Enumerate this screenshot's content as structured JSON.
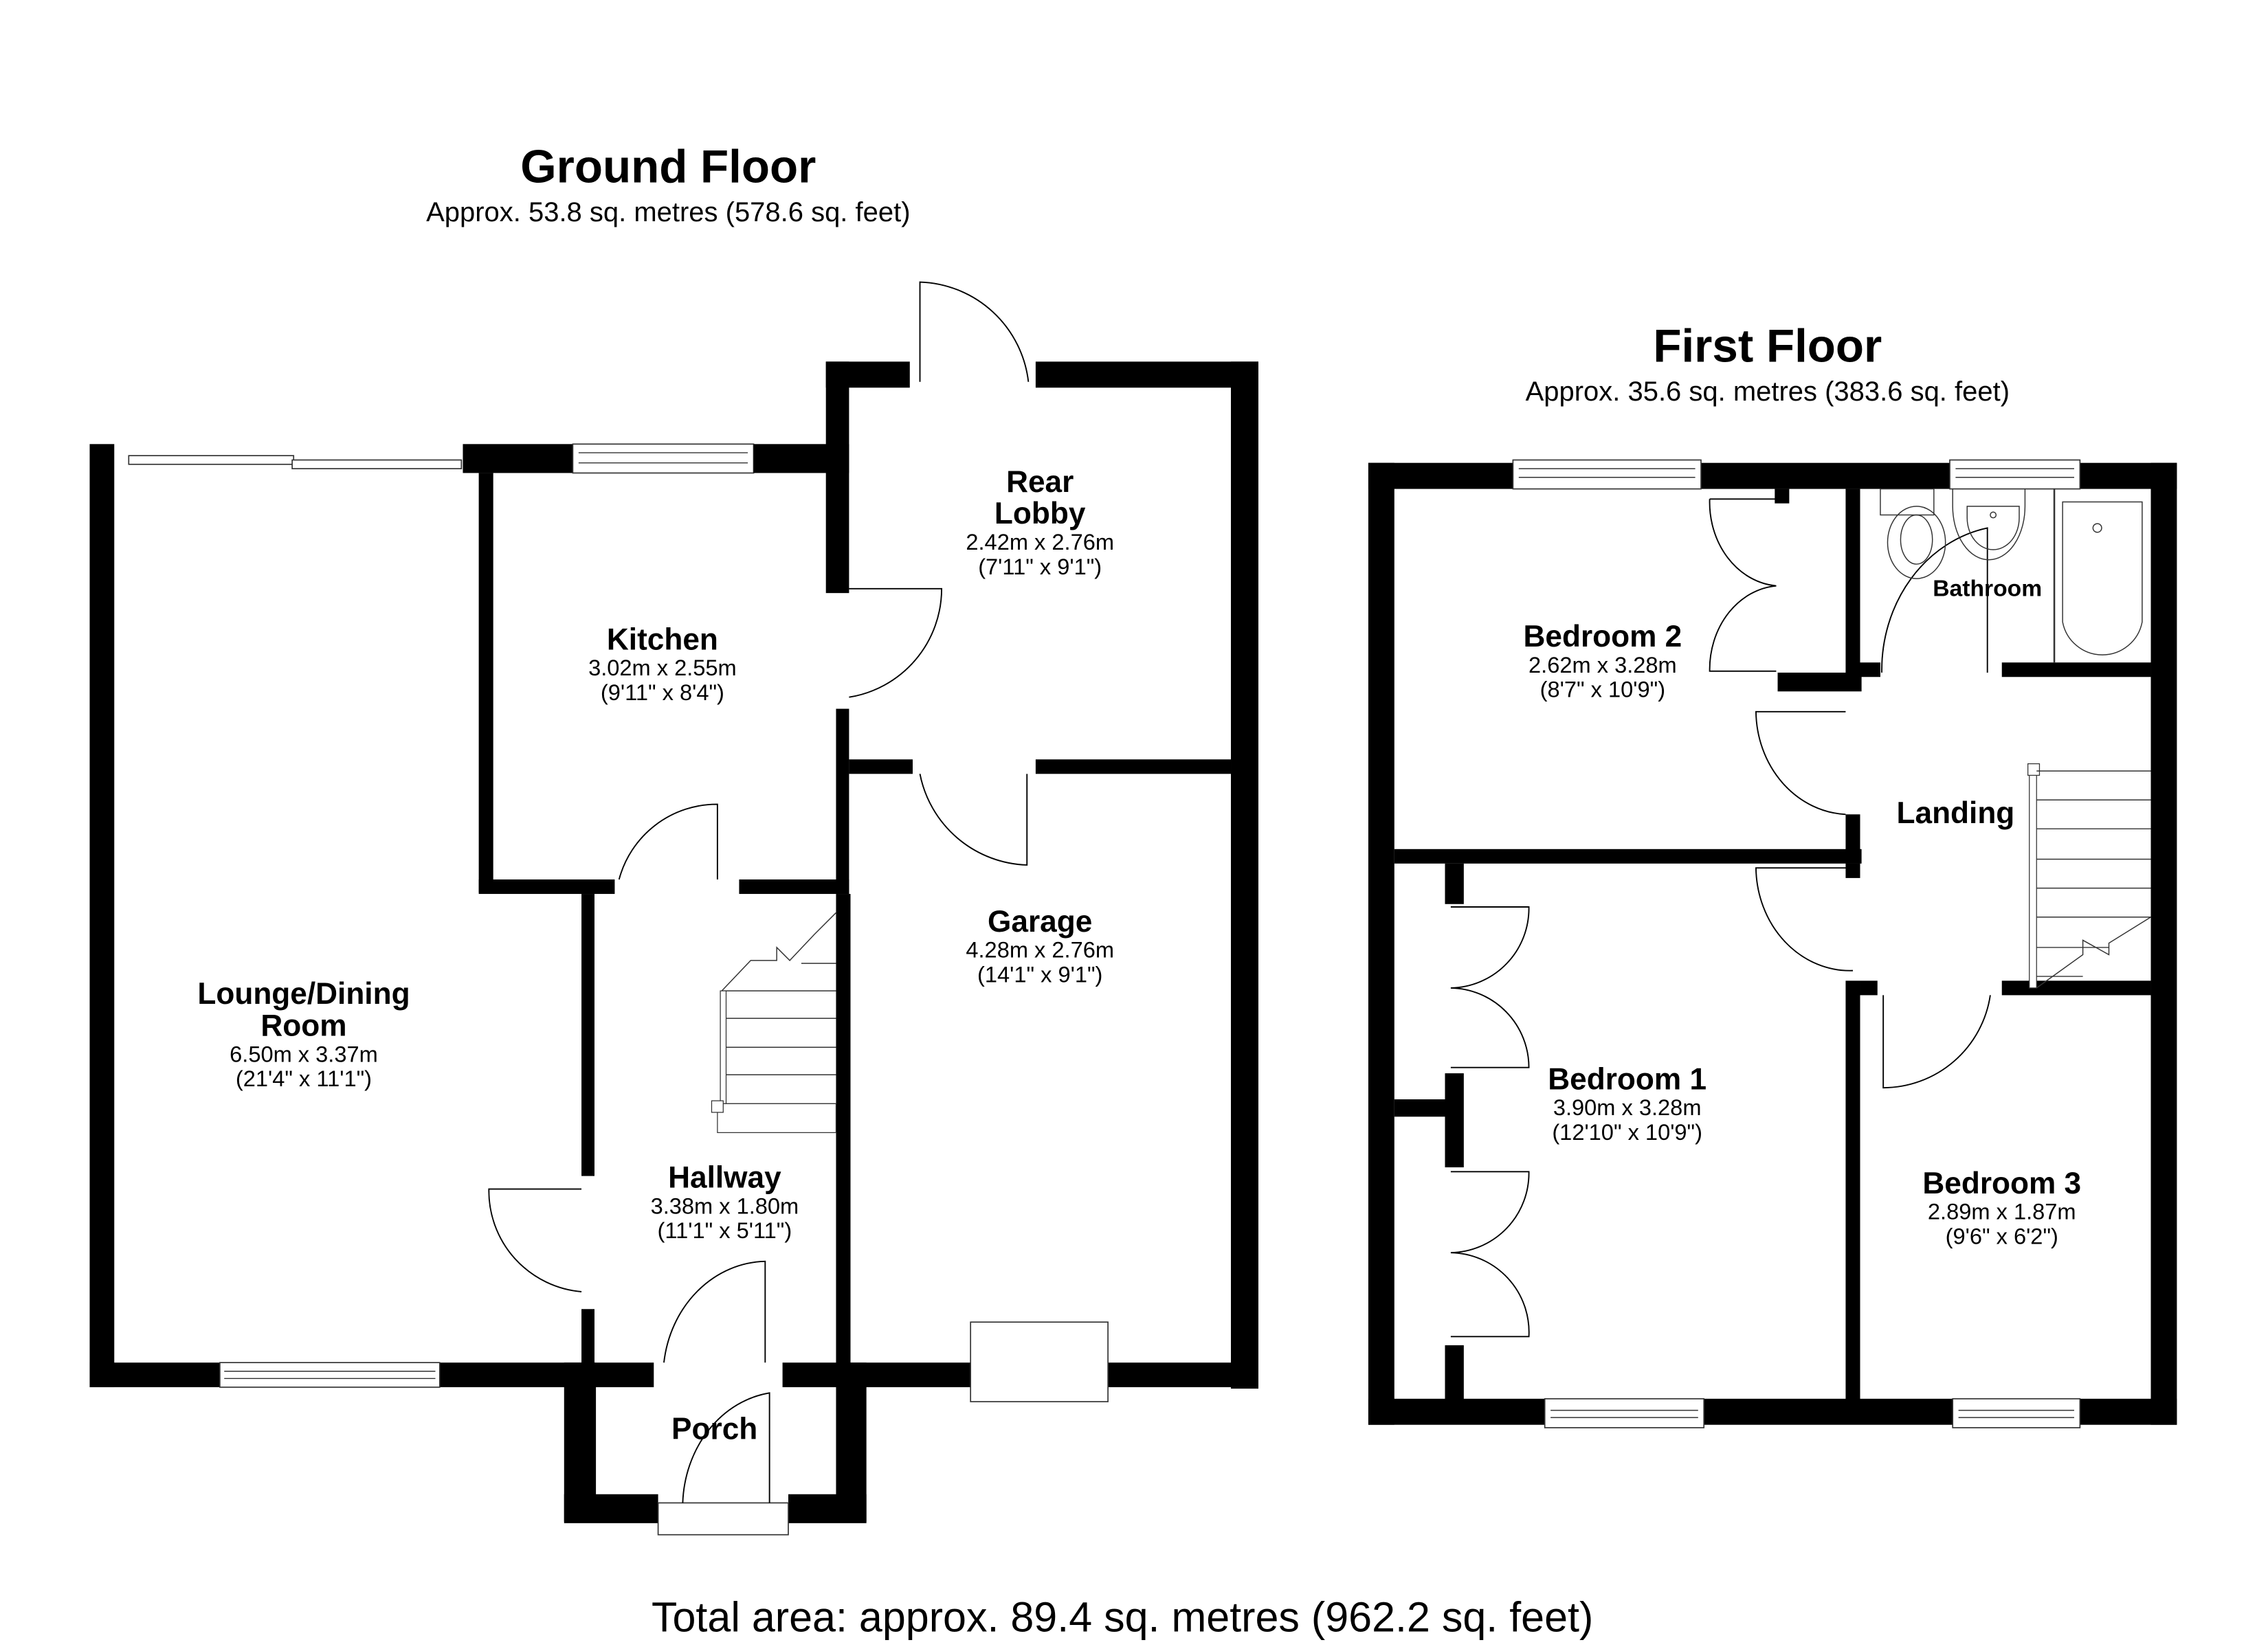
{
  "ground_floor": {
    "title": "Ground Floor",
    "area": "Approx. 53.8 sq. metres (578.6 sq. feet)",
    "rooms": [
      {
        "name_lines": [
          "Lounge/Dining",
          "Room"
        ],
        "metric": "6.50m x 3.37m",
        "imperial": "(21'4\" x 11'1\")"
      },
      {
        "name_lines": [
          "Kitchen"
        ],
        "metric": "3.02m x 2.55m",
        "imperial": "(9'11\" x 8'4\")"
      },
      {
        "name_lines": [
          "Rear",
          "Lobby"
        ],
        "metric": "2.42m x 2.76m",
        "imperial": "(7'11\" x 9'1\")"
      },
      {
        "name_lines": [
          "Garage"
        ],
        "metric": "4.28m x 2.76m",
        "imperial": "(14'1\" x 9'1\")"
      },
      {
        "name_lines": [
          "Hallway"
        ],
        "metric": "3.38m x 1.80m",
        "imperial": "(11'1\" x 5'11\")"
      },
      {
        "name_lines": [
          "Porch"
        ],
        "metric": "",
        "imperial": ""
      }
    ]
  },
  "first_floor": {
    "title": "First Floor",
    "area": "Approx. 35.6 sq. metres (383.6 sq. feet)",
    "rooms": [
      {
        "name_lines": [
          "Bedroom 2"
        ],
        "metric": "2.62m x 3.28m",
        "imperial": "(8'7\" x 10'9\")"
      },
      {
        "name_lines": [
          "Bathroom"
        ],
        "metric": "",
        "imperial": ""
      },
      {
        "name_lines": [
          "Landing"
        ],
        "metric": "",
        "imperial": ""
      },
      {
        "name_lines": [
          "Bedroom 1"
        ],
        "metric": "3.90m x 3.28m",
        "imperial": "(12'10\" x 10'9\")"
      },
      {
        "name_lines": [
          "Bedroom 3"
        ],
        "metric": "2.89m x 1.87m",
        "imperial": "(9'6\" x 6'2\")"
      }
    ]
  },
  "total_area": "Total area: approx. 89.4 sq. metres (962.2 sq. feet)",
  "colors": {
    "wall": "#000000",
    "background": "#ffffff",
    "fixture_line": "#333333"
  }
}
